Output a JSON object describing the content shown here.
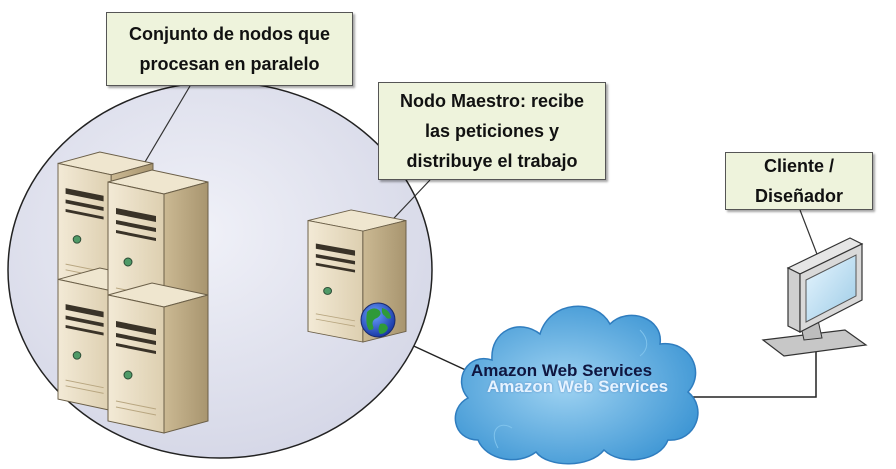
{
  "callouts": {
    "cluster": "Conjunto de nodos que\nprocesan en paralelo",
    "master": "Nodo Maestro: recibe\nlas peticiones y\ndistribuye el trabajo",
    "client": "Cliente /\nDiseñador"
  },
  "cloud": {
    "label": "Amazon Web Services",
    "label_reflection": "Amazon Web Services"
  },
  "colors": {
    "callout_fill": "#eef3dc",
    "circle_fill": "#e2e3ef",
    "server_beige": "#e8dcc2",
    "cloud_blue": "#5cb2e6",
    "monitor_gray": "#d6d6d6"
  }
}
